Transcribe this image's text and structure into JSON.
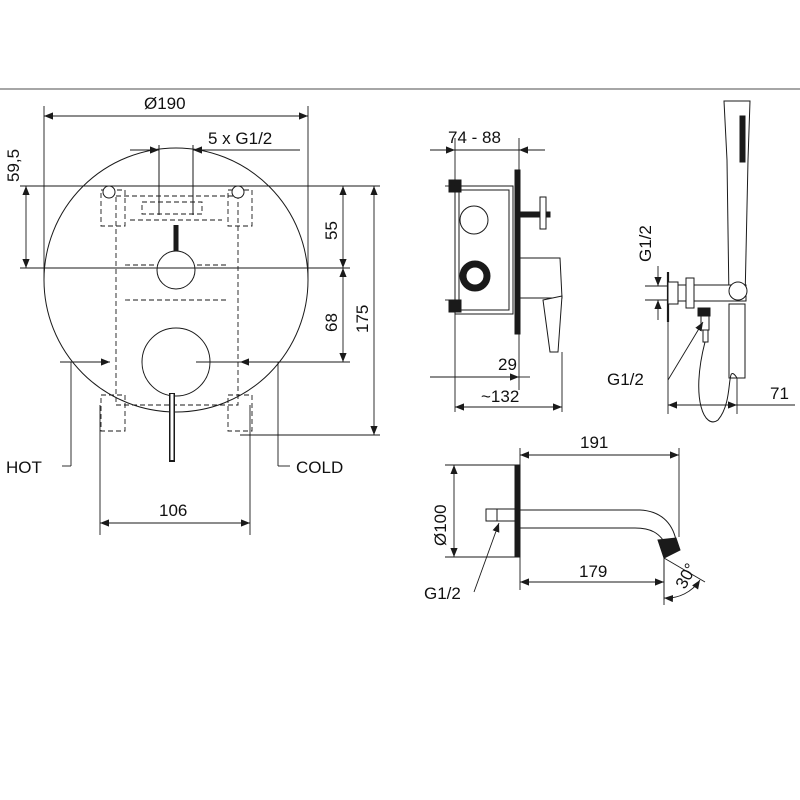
{
  "front_view": {
    "diameter": "Ø190",
    "connections": "5 x G1/2",
    "dim_59_5": "59,5",
    "dim_55": "55",
    "dim_68": "68",
    "dim_175": "175",
    "dim_106": "106",
    "hot": "HOT",
    "cold": "COLD"
  },
  "side_view": {
    "depth_range": "74 - 88",
    "dim_29": "29",
    "dim_132": "~132"
  },
  "hand_shower": {
    "thread_top": "G1/2",
    "thread_bottom": "G1/2",
    "dim_71": "71"
  },
  "spout": {
    "length_191": "191",
    "length_179": "179",
    "plate_diameter": "Ø100",
    "thread": "G1/2",
    "angle": "30°"
  }
}
